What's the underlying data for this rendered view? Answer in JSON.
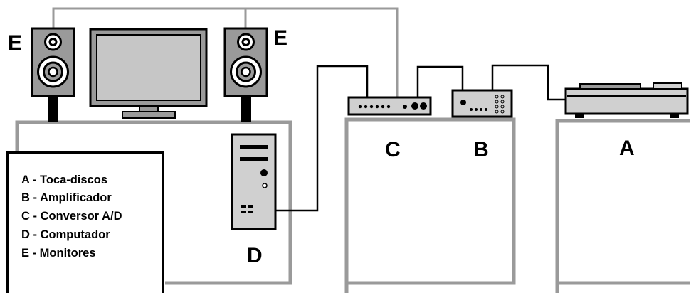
{
  "labels": {
    "a": "A",
    "b": "B",
    "c": "C",
    "d": "D",
    "e_left": "E",
    "e_right": "E"
  },
  "legend": {
    "items": [
      "A - Toca-discos",
      "B - Amplificador",
      "C - Conversor A/D",
      "D - Computador",
      "E - Monitores"
    ]
  },
  "colors": {
    "furniture": "#9a9a9a",
    "cable_gray": "#9a9a9a",
    "cable_black": "#000000",
    "device_fill": "#d0d0d0",
    "screen": "#c6c6c6",
    "outline": "#000000"
  }
}
